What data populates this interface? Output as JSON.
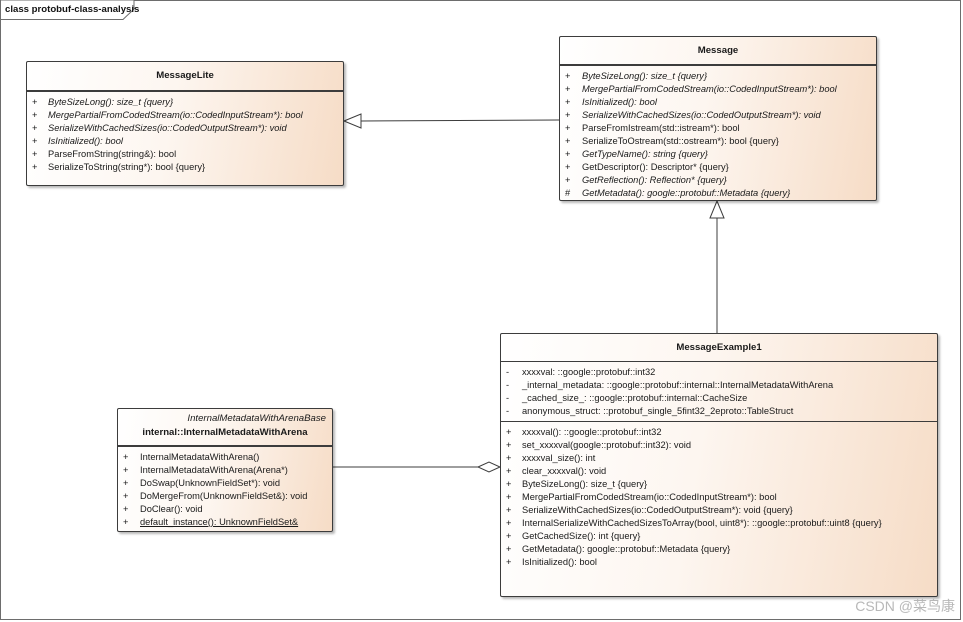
{
  "frame_title": "class protobuf-class-analysis",
  "classes": {
    "message_lite": {
      "name": "MessageLite",
      "operations": [
        {
          "vis": "+",
          "text": "ByteSizeLong(): size_t {query}",
          "italic": true
        },
        {
          "vis": "+",
          "text": "MergePartialFromCodedStream(io::CodedInputStream*): bool",
          "italic": true
        },
        {
          "vis": "+",
          "text": "SerializeWithCachedSizes(io::CodedOutputStream*): void",
          "italic": true
        },
        {
          "vis": "+",
          "text": "IsInitialized(): bool",
          "italic": true
        },
        {
          "vis": "+",
          "text": "ParseFromString(string&): bool",
          "italic": false
        },
        {
          "vis": "+",
          "text": "SerializeToString(string*): bool {query}",
          "italic": false
        }
      ]
    },
    "message": {
      "name": "Message",
      "operations": [
        {
          "vis": "+",
          "text": "ByteSizeLong(): size_t {query}",
          "italic": true
        },
        {
          "vis": "+",
          "text": "MergePartialFromCodedStream(io::CodedInputStream*): bool",
          "italic": true
        },
        {
          "vis": "+",
          "text": "IsInitialized(): bool",
          "italic": true
        },
        {
          "vis": "+",
          "text": "SerializeWithCachedSizes(io::CodedOutputStream*): void",
          "italic": true
        },
        {
          "vis": "+",
          "text": "ParseFromIstream(std::istream*): bool",
          "italic": false
        },
        {
          "vis": "+",
          "text": "SerializeToOstream(std::ostream*): bool {query}",
          "italic": false
        },
        {
          "vis": "+",
          "text": "GetTypeName(): string {query}",
          "italic": true
        },
        {
          "vis": "+",
          "text": "GetDescriptor(): Descriptor* {query}",
          "italic": false
        },
        {
          "vis": "+",
          "text": "GetReflection(): Reflection* {query}",
          "italic": true
        },
        {
          "vis": "#",
          "text": "GetMetadata(): google::protobuf::Metadata {query}",
          "italic": true
        }
      ]
    },
    "message_example1": {
      "name": "MessageExample1",
      "attributes": [
        {
          "vis": "-",
          "text": "xxxxval: ::google::protobuf::int32"
        },
        {
          "vis": "-",
          "text": "_internal_metadata: ::google::protobuf::internal::InternalMetadataWithArena"
        },
        {
          "vis": "-",
          "text": "_cached_size_: ::google::protobuf::internal::CacheSize"
        },
        {
          "vis": "-",
          "text": "anonymous_struct: ::protobuf_single_5fint32_2eproto::TableStruct"
        }
      ],
      "operations": [
        {
          "vis": "+",
          "text": "xxxxval(): ::google::protobuf::int32"
        },
        {
          "vis": "+",
          "text": "set_xxxxval(google::protobuf::int32): void"
        },
        {
          "vis": "+",
          "text": "xxxxval_size(): int"
        },
        {
          "vis": "+",
          "text": "clear_xxxxval(): void"
        },
        {
          "vis": "+",
          "text": "ByteSizeLong(): size_t {query}"
        },
        {
          "vis": "+",
          "text": "MergePartialFromCodedStream(io::CodedInputStream*): bool"
        },
        {
          "vis": "+",
          "text": "SerializeWithCachedSizes(io::CodedOutputStream*): void {query}"
        },
        {
          "vis": "+",
          "text": "InternalSerializeWithCachedSizesToArray(bool, uint8*): ::google::protobuf::uint8 {query}"
        },
        {
          "vis": "+",
          "text": "GetCachedSize(): int {query}"
        },
        {
          "vis": "+",
          "text": "GetMetadata(): google::protobuf::Metadata {query}"
        },
        {
          "vis": "+",
          "text": "IsInitialized(): bool"
        }
      ]
    },
    "internal_metadata": {
      "stereotype": "InternalMetadataWithArenaBase",
      "name": "internal::InternalMetadataWithArena",
      "operations": [
        {
          "vis": "+",
          "text": "InternalMetadataWithArena()",
          "underline": false
        },
        {
          "vis": "+",
          "text": "InternalMetadataWithArena(Arena*)",
          "underline": false
        },
        {
          "vis": "+",
          "text": "DoSwap(UnknownFieldSet*): void",
          "underline": false
        },
        {
          "vis": "+",
          "text": "DoMergeFrom(UnknownFieldSet&): void",
          "underline": false
        },
        {
          "vis": "+",
          "text": "DoClear(): void",
          "underline": false
        },
        {
          "vis": "+",
          "text": "default_instance(): UnknownFieldSet&",
          "underline": true
        }
      ]
    }
  },
  "relationships": [
    {
      "type": "generalization",
      "from": "Message",
      "to": "MessageLite"
    },
    {
      "type": "generalization",
      "from": "MessageExample1",
      "to": "Message"
    },
    {
      "type": "aggregation",
      "from": "internal::InternalMetadataWithArena",
      "to": "MessageExample1"
    }
  ],
  "watermark": "CSDN @菜鸟康",
  "colors": {
    "box_fill_light": "#ffffff",
    "box_fill_warm": "#f6dcc6",
    "border": "#3c3c3c"
  }
}
